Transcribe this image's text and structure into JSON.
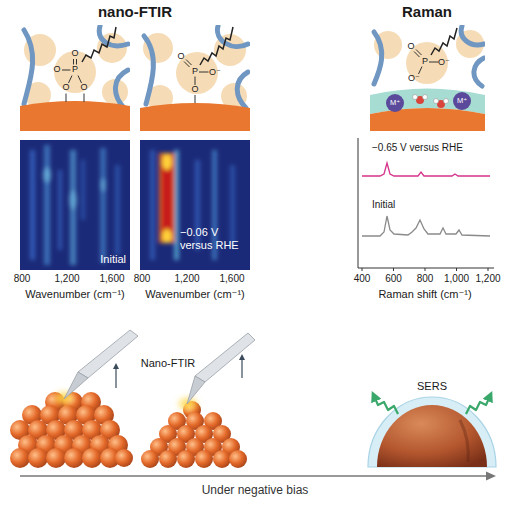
{
  "diagram": {
    "nodes": [
      {
        "text": [
          "Initial"
        ]
      },
      {
        "text": [
          "−0.06 V versus RHE"
        ]
      }
    ],
    "labels": [
      "nano-FTIR",
      "Raman",
      "O",
      "O",
      "P",
      "O",
      "O",
      "O",
      "P",
      "O⁻",
      "O",
      "O",
      "P",
      "O⁻",
      "O⁻",
      "M⁺",
      "M⁺",
      "−0.65 V versus RHE",
      "Initial",
      "800",
      "1,200",
      "1,600",
      "800",
      "1,200",
      "1,600",
      "400",
      "600",
      "800",
      "1,000",
      "1,200",
      "Wavenumber (cm⁻¹)",
      "Wavenumber (cm⁻¹)",
      "Raman shift (cm⁻¹)",
      "Nano-FTIR",
      "SERS",
      "Under negative bias"
    ]
  }
}
